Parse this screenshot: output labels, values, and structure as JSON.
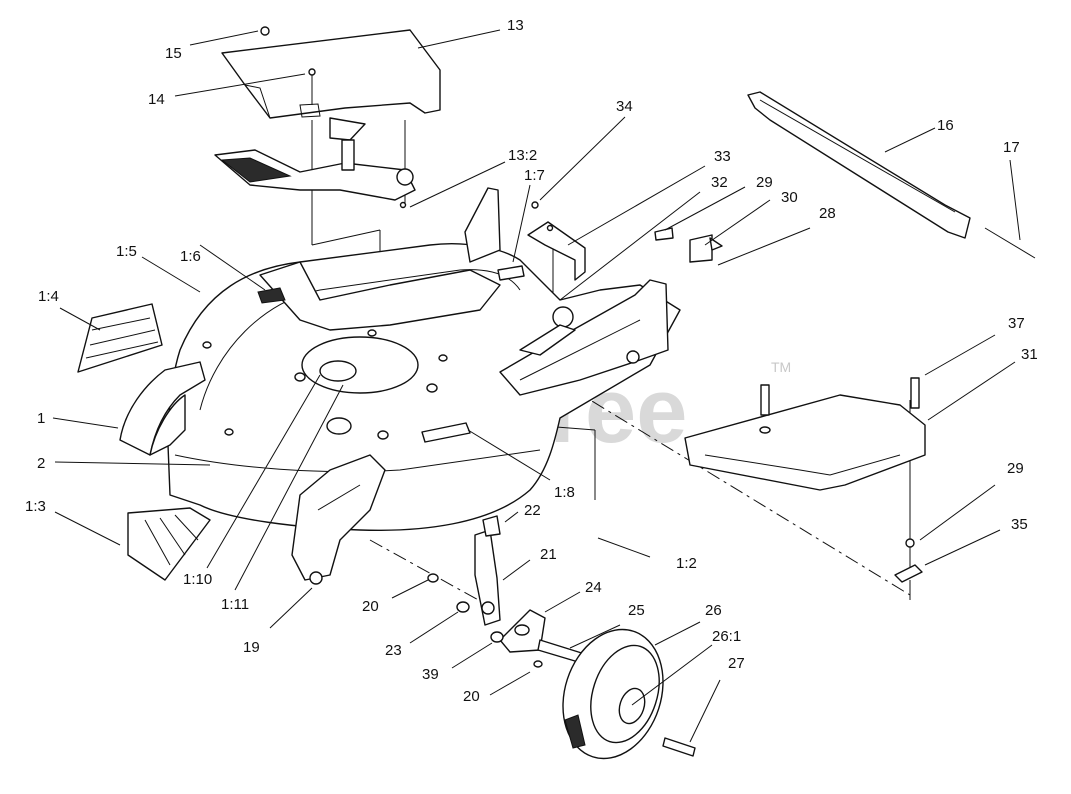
{
  "diagram": {
    "watermark": "PartsTree",
    "trademark": "TM",
    "callouts": [
      {
        "id": "c-13",
        "text": "13"
      },
      {
        "id": "c-15",
        "text": "15"
      },
      {
        "id": "c-14",
        "text": "14"
      },
      {
        "id": "c-34",
        "text": "34"
      },
      {
        "id": "c-16",
        "text": "16"
      },
      {
        "id": "c-17",
        "text": "17"
      },
      {
        "id": "c-13-2",
        "text": "13:2"
      },
      {
        "id": "c-33",
        "text": "33"
      },
      {
        "id": "c-1-7",
        "text": "1:7"
      },
      {
        "id": "c-32",
        "text": "32"
      },
      {
        "id": "c-29a",
        "text": "29"
      },
      {
        "id": "c-30",
        "text": "30"
      },
      {
        "id": "c-28",
        "text": "28"
      },
      {
        "id": "c-1-5",
        "text": "1:5"
      },
      {
        "id": "c-1-6",
        "text": "1:6"
      },
      {
        "id": "c-1-4",
        "text": "1:4"
      },
      {
        "id": "c-37",
        "text": "37"
      },
      {
        "id": "c-31",
        "text": "31"
      },
      {
        "id": "c-1",
        "text": "1"
      },
      {
        "id": "c-2",
        "text": "2"
      },
      {
        "id": "c-29b",
        "text": "29"
      },
      {
        "id": "c-1-8",
        "text": "1:8"
      },
      {
        "id": "c-1-3",
        "text": "1:3"
      },
      {
        "id": "c-22",
        "text": "22"
      },
      {
        "id": "c-35",
        "text": "35"
      },
      {
        "id": "c-21",
        "text": "21"
      },
      {
        "id": "c-1-2",
        "text": "1:2"
      },
      {
        "id": "c-1-10",
        "text": "1:10"
      },
      {
        "id": "c-24",
        "text": "24"
      },
      {
        "id": "c-1-11",
        "text": "1:11"
      },
      {
        "id": "c-20a",
        "text": "20"
      },
      {
        "id": "c-26",
        "text": "26"
      },
      {
        "id": "c-25",
        "text": "25"
      },
      {
        "id": "c-26-1",
        "text": "26:1"
      },
      {
        "id": "c-19",
        "text": "19"
      },
      {
        "id": "c-23",
        "text": "23"
      },
      {
        "id": "c-27",
        "text": "27"
      },
      {
        "id": "c-39",
        "text": "39"
      },
      {
        "id": "c-20b",
        "text": "20"
      }
    ]
  }
}
